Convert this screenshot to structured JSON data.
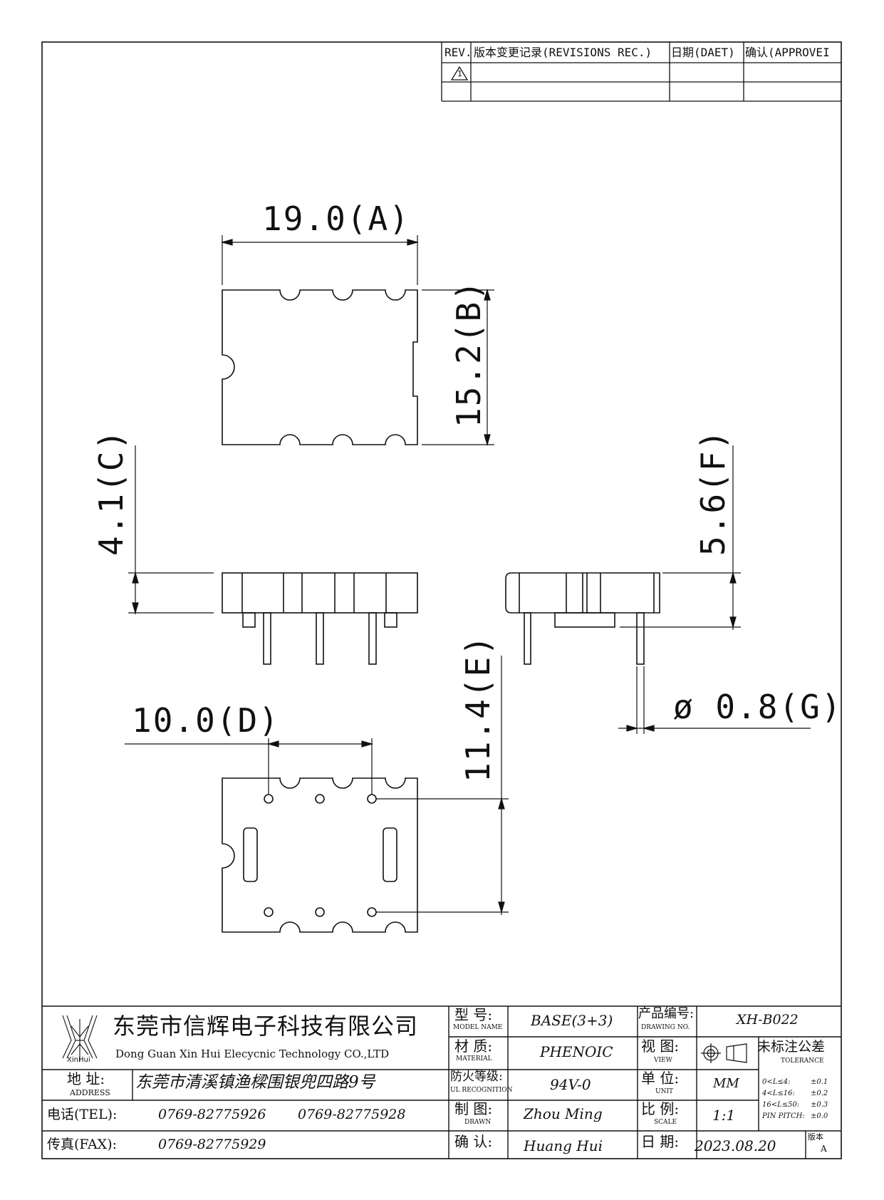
{
  "revisions": {
    "col_rev": "REV.",
    "col_record": "版本变更记录(REVISIONS REC.)",
    "col_date": "日期(DAET)",
    "col_approve": "确认(APPROVEI",
    "rev_mark": "1"
  },
  "dimensions": {
    "a": "19.0(A)",
    "b": "15.2(B)",
    "c": "4.1(C)",
    "d": "10.0(D)",
    "e": "11.4(E)",
    "f": "5.6(F)",
    "g": "ø 0.8(G)"
  },
  "company": {
    "logo_text": "XinHui",
    "name_cn": "东莞市信辉电子科技有限公司",
    "name_en": "Dong Guan Xin Hui Elecycnic Technology CO.,LTD",
    "address_label": "地 址:",
    "address_label_en": "ADDRESS",
    "address": "东莞市清溪镇渔樑围银兜四路9号",
    "tel_label": "电话(TEL):",
    "tel1": "0769-82775926",
    "tel2": "0769-82775928",
    "fax_label": "传真(FAX):",
    "fax": "0769-82775929"
  },
  "titleblock": {
    "model_label": "型 号:",
    "model_label_en": "MODEL NAME",
    "model": "BASE(3+3)",
    "material_label": "材 质:",
    "material_label_en": "MATERIAL",
    "material": "PHENOIC",
    "fire_label": "防火等级:",
    "fire_label_en": "UL RECOGNITION",
    "fire": "94V-0",
    "drawn_label": "制 图:",
    "drawn_label_en": "DRAWN",
    "drawn": "Zhou Ming",
    "check_label": "确 认:",
    "check": "Huang Hui",
    "drawing_no_label": "产品编号:",
    "drawing_no_label_en": "DRAWING NO.",
    "drawing_no": "XH-B022",
    "view_label": "视 图:",
    "view_label_en": "VIEW",
    "unit_label": "单 位:",
    "unit_label_en": "UNIT",
    "unit": "MM",
    "scale_label": "比 例:",
    "scale_label_en": "SCALE",
    "scale": "1:1",
    "date_label": "日 期:",
    "date": "2023.08.20",
    "version_label": "版本",
    "version": "A",
    "tolerance_label": "未标注公差",
    "tolerance_label_en": "TOLERANCE",
    "tolerances": [
      {
        "range": "0<L≤4:",
        "value": "±0.1"
      },
      {
        "range": "4<L≤16:",
        "value": "±0.2"
      },
      {
        "range": "16<L≤50:",
        "value": "±0.3"
      },
      {
        "range": "PIN PITCH:",
        "value": "±0.0"
      }
    ]
  }
}
